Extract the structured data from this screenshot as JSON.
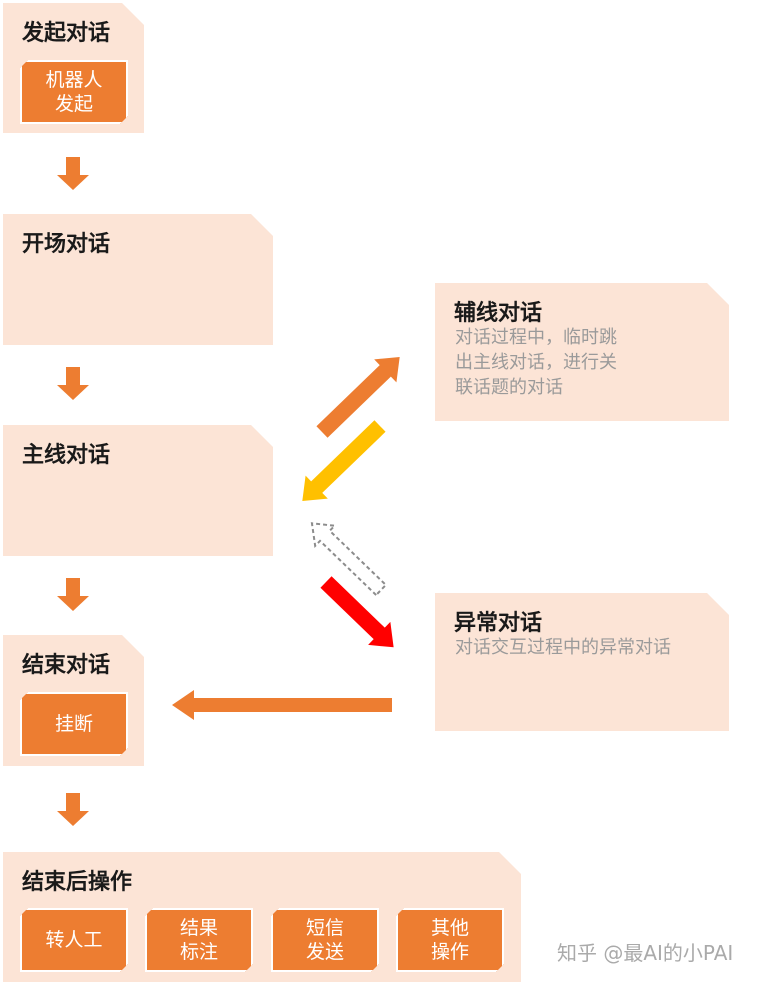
{
  "start": {
    "title": "发起对话",
    "chip_lines": [
      "机器人",
      "发起"
    ]
  },
  "opening": {
    "title": "开场对话"
  },
  "main": {
    "title": "主线对话"
  },
  "side": {
    "title": "辅线对话",
    "desc_lines": [
      "对话过程中，临时跳",
      "出主线对话，进行关",
      "联话题的对话"
    ]
  },
  "abnormal": {
    "title": "异常对话",
    "desc_lines": [
      "对话交互过程中的异常对话"
    ]
  },
  "end": {
    "title": "结束对话",
    "chip": "挂断"
  },
  "post": {
    "title": "结束后操作",
    "chips": [
      {
        "lines": [
          "转人工"
        ]
      },
      {
        "lines": [
          "结果",
          "标注"
        ]
      },
      {
        "lines": [
          "短信",
          "发送"
        ]
      },
      {
        "lines": [
          "其他",
          "操作"
        ]
      }
    ]
  },
  "watermark": "知乎 @最AI的小PAI",
  "colors": {
    "box": "#fce4d6",
    "orange": "#ed7d31",
    "yellow": "#ffc000",
    "red": "#ff0000",
    "gray": "#8c8c8c"
  }
}
